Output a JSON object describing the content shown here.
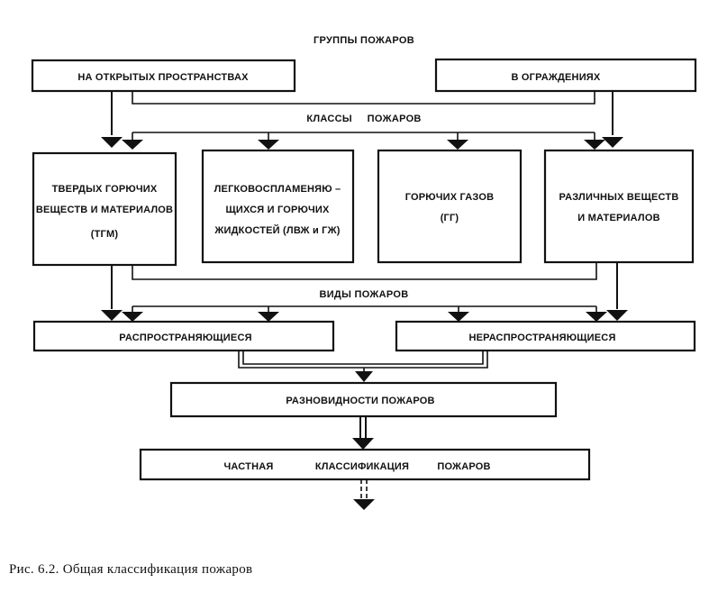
{
  "title": "ГРУППЫ ПОЖАРОВ",
  "groups": {
    "open": "НА ОТКРЫТЫХ ПРОСТРАНСТВАХ",
    "enclosed": "В ОГРАЖДЕНИЯХ"
  },
  "classes_label": "КЛАССЫ     ПОЖАРОВ",
  "classes": {
    "solid": [
      "ТВЕРДЫХ ГОРЮЧИХ",
      "ВЕЩЕСТВ И МАТЕРИАЛОВ",
      "(ТГМ)"
    ],
    "liquid": [
      "ЛЕГКОВОСПЛАМЕНЯЮ –",
      "ЩИХСЯ И ГОРЮЧИХ",
      "ЖИДКОСТЕЙ (ЛВЖ и ГЖ)"
    ],
    "gas": [
      "ГОРЮЧИХ ГАЗОВ",
      "(ГГ)"
    ],
    "various": [
      "РАЗЛИЧНЫХ ВЕЩЕСТВ",
      "И МАТЕРИАЛОВ"
    ]
  },
  "types_label": "ВИДЫ ПОЖАРОВ",
  "types": {
    "spreading": "РАСПРОСТРАНЯЮЩИЕСЯ",
    "non_spreading": "НЕРАСПРОСТРАНЯЮЩИЕСЯ"
  },
  "varieties": "РАЗНОВИДНОСТИ ПОЖАРОВ",
  "private_classification": [
    "ЧАСТНАЯ",
    "КЛАССИФИКАЦИЯ",
    "ПОЖАРОВ"
  ],
  "caption": "Рис. 6.2. Общая классификация пожаров"
}
